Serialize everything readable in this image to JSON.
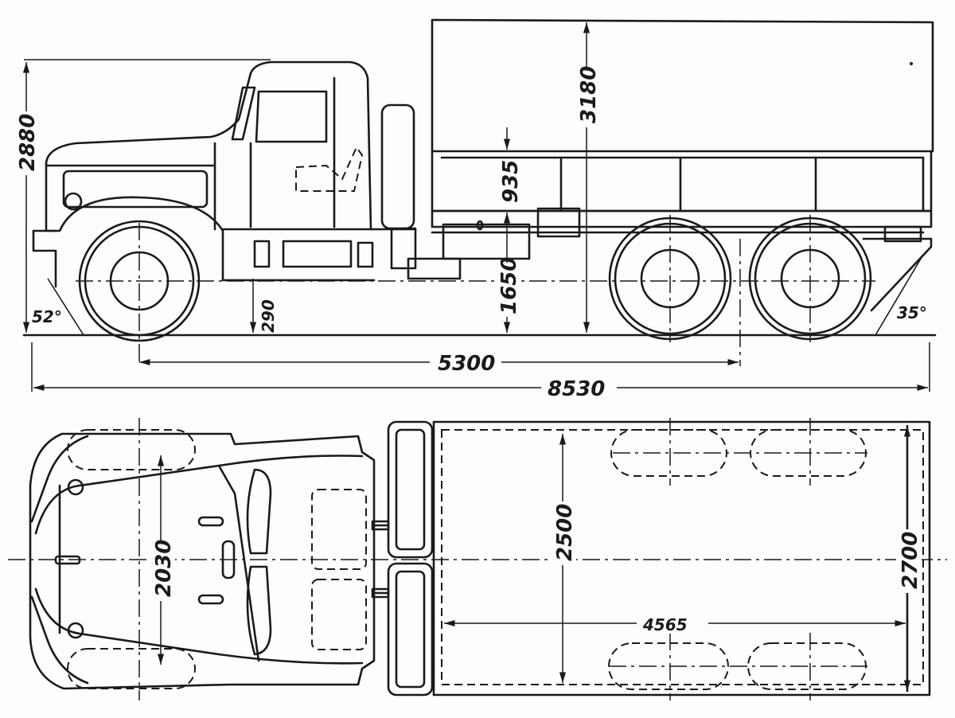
{
  "side_view": {
    "overall_height_cab": "2880",
    "overall_height_tarp": "3180",
    "bed_side_height": "935",
    "bed_floor_height": "1650",
    "ground_clearance": "290",
    "approach_angle": "52°",
    "departure_angle": "35°",
    "wheelbase": "5300",
    "overall_length": "8530"
  },
  "top_view": {
    "front_track": "2030",
    "bed_inner_width": "2500",
    "overall_width": "2700",
    "bed_inner_length": "4565"
  }
}
